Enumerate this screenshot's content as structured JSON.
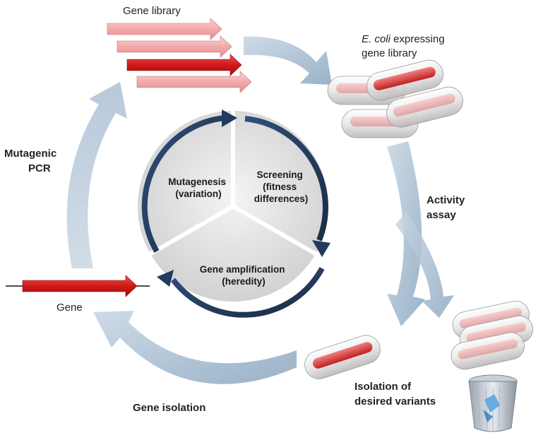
{
  "labels": {
    "gene_library": "Gene library",
    "ecoli_italic": "E. coli",
    "ecoli_rest_line1": " expressing",
    "ecoli_line2": "gene library",
    "activity_line1": "Activity",
    "activity_line2": "assay",
    "isolation_line1": "Isolation of",
    "isolation_line2": "desired variants",
    "gene_isolation": "Gene isolation",
    "gene": "Gene",
    "mutagenic_line1": "Mutagenic",
    "mutagenic_line2": "PCR"
  },
  "center": {
    "mutagenesis_line1": "Mutagenesis",
    "mutagenesis_line2": "(variation)",
    "screening_line1": "Screening",
    "screening_line2": "(fitness",
    "screening_line3": "differences)",
    "amplification_line1": "Gene amplification",
    "amplification_line2": "(heredity)"
  },
  "colors": {
    "outer_arrow": "#a9bdd0",
    "center_arrow": "#223a5e",
    "red_arrow": "#d01818",
    "pink_arrow": "#f2aaaa",
    "wheel": "#dcdcdc"
  },
  "icons": {
    "trash": "recycle-bin-icon",
    "bacterium": "bacterium-icon"
  }
}
